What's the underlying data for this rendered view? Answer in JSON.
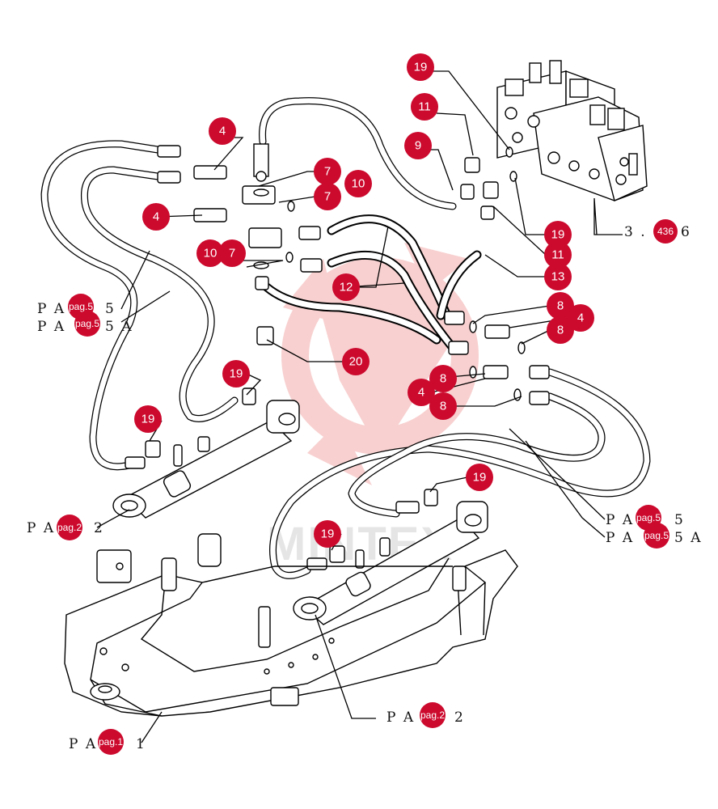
{
  "watermark": {
    "text": "MINTEX",
    "color": "#e85a5a"
  },
  "badge_color": "#cc0a2e",
  "callouts": [
    {
      "id": "c19a",
      "label": "19"
    },
    {
      "id": "c11a",
      "label": "11"
    },
    {
      "id": "c9",
      "label": "9"
    },
    {
      "id": "c4a",
      "label": "4"
    },
    {
      "id": "c7a",
      "label": "7"
    },
    {
      "id": "c10a",
      "label": "10"
    },
    {
      "id": "c7b",
      "label": "7"
    },
    {
      "id": "c4b",
      "label": "4"
    },
    {
      "id": "c10b",
      "label": "10"
    },
    {
      "id": "c7c",
      "label": "7"
    },
    {
      "id": "c19b",
      "label": "19"
    },
    {
      "id": "c11b",
      "label": "11"
    },
    {
      "id": "c13",
      "label": "13"
    },
    {
      "id": "c12",
      "label": "12"
    },
    {
      "id": "c8a",
      "label": "8"
    },
    {
      "id": "c4c",
      "label": "4"
    },
    {
      "id": "c8b",
      "label": "8"
    },
    {
      "id": "c20",
      "label": "20"
    },
    {
      "id": "c8c",
      "label": "8"
    },
    {
      "id": "c4d",
      "label": "4"
    },
    {
      "id": "c8d",
      "label": "8"
    },
    {
      "id": "c19c",
      "label": "19"
    },
    {
      "id": "c19d",
      "label": "19"
    },
    {
      "id": "c19e",
      "label": "19"
    },
    {
      "id": "c19f",
      "label": "19"
    }
  ],
  "references": {
    "ref_valve": {
      "prefix": "3 .",
      "badge": "436",
      "suffix": "6"
    },
    "ref_left_1": {
      "prefix": "P A",
      "badge": "pag.5",
      "suffix": "5"
    },
    "ref_left_2": {
      "prefix": "P A",
      "badge": "pag.5",
      "suffix": "5 A"
    },
    "ref_cyl_left": {
      "prefix": "P A",
      "badge": "pag.2",
      "suffix": "2"
    },
    "ref_right_1": {
      "prefix": "P A",
      "badge": "pag.5",
      "suffix": "5"
    },
    "ref_right_2": {
      "prefix": "P A",
      "badge": "pag.5",
      "suffix": "5 A"
    },
    "ref_cyl_right": {
      "prefix": "P A",
      "badge": "pag.2",
      "suffix": "2"
    },
    "ref_frame": {
      "prefix": "P A",
      "badge": "pag.1",
      "suffix": "1"
    }
  }
}
